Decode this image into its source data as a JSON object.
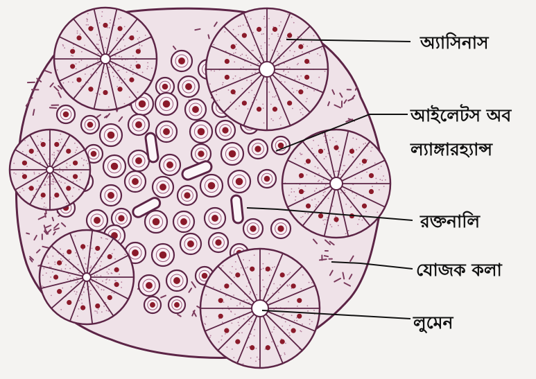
{
  "labels": {
    "acinus": "অ্যাসিনাস",
    "islets_line1": "আইলেটস অব",
    "islets_line2": "ল্যাঙ্গারহ্যান্স",
    "blood_vessel": "রক্তনালি",
    "connective_tissue": "যোজক কলা",
    "lumen": "লুমেন"
  },
  "colors": {
    "tissue_fill": "#efe2e8",
    "outline": "#5c2446",
    "nucleus": "#8a1a2a",
    "leader_line": "#111111",
    "label_text": "#111111"
  }
}
